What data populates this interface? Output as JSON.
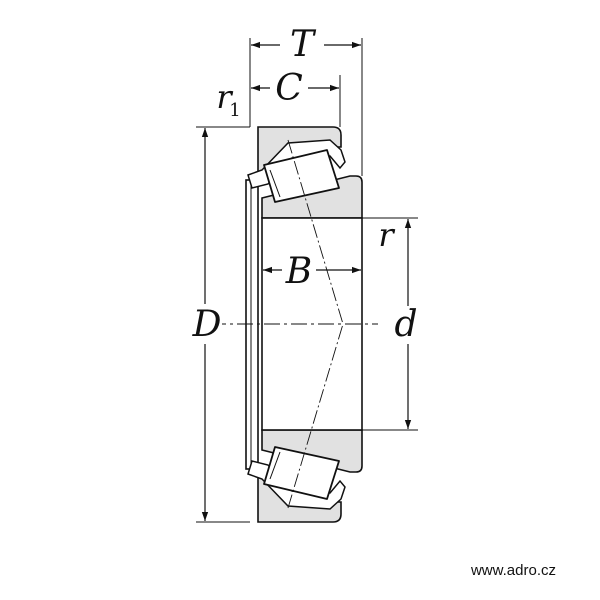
{
  "diagram": {
    "labels": {
      "T": "T",
      "C": "C",
      "r1": "r",
      "r1_sub": "1",
      "r": "r",
      "B": "B",
      "D": "D",
      "d": "d"
    },
    "watermark": "www.adro.cz",
    "colors": {
      "ring_fill": "#e1e1e1",
      "stroke": "#111111",
      "background": "#ffffff"
    }
  }
}
